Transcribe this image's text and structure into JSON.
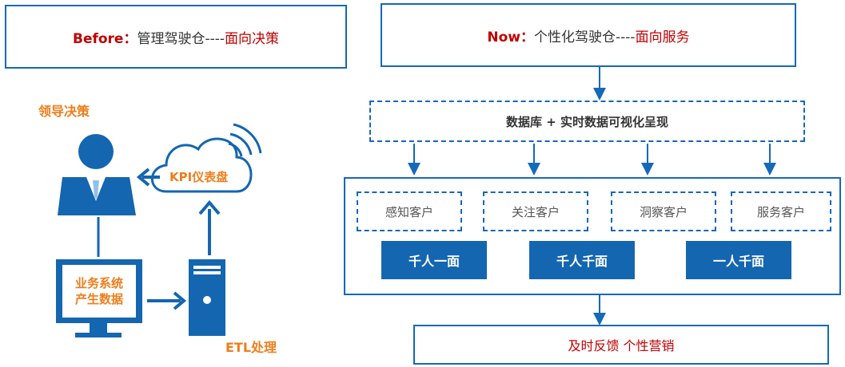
{
  "before": {
    "prefix": "Before：",
    "text": "管理驾驶仓----",
    "highlight": "面向决策"
  },
  "now": {
    "prefix": "Now：",
    "text": "个性化驾驶仓----",
    "highlight": "面向服务"
  },
  "left": {
    "leader_label": "领导决策",
    "kpi_label": "KPI仪表盘",
    "system_label_line1": "业务系统",
    "system_label_line2": "产生数据",
    "etl_label": "ETL处理"
  },
  "right": {
    "db_label": "数据库 + 实时数据可视化呈现",
    "customers": [
      "感知客户",
      "关注客户",
      "洞察客户",
      "服务客户"
    ],
    "stages": [
      "千人一面",
      "千人千面",
      "一人千面"
    ],
    "result_label": "及时反馈 个性营销"
  },
  "colors": {
    "brand_blue": "#1469b8",
    "accent_red": "#c00000",
    "accent_orange": "#ef7d1a",
    "arrow_gray": "#9a9a9a"
  }
}
